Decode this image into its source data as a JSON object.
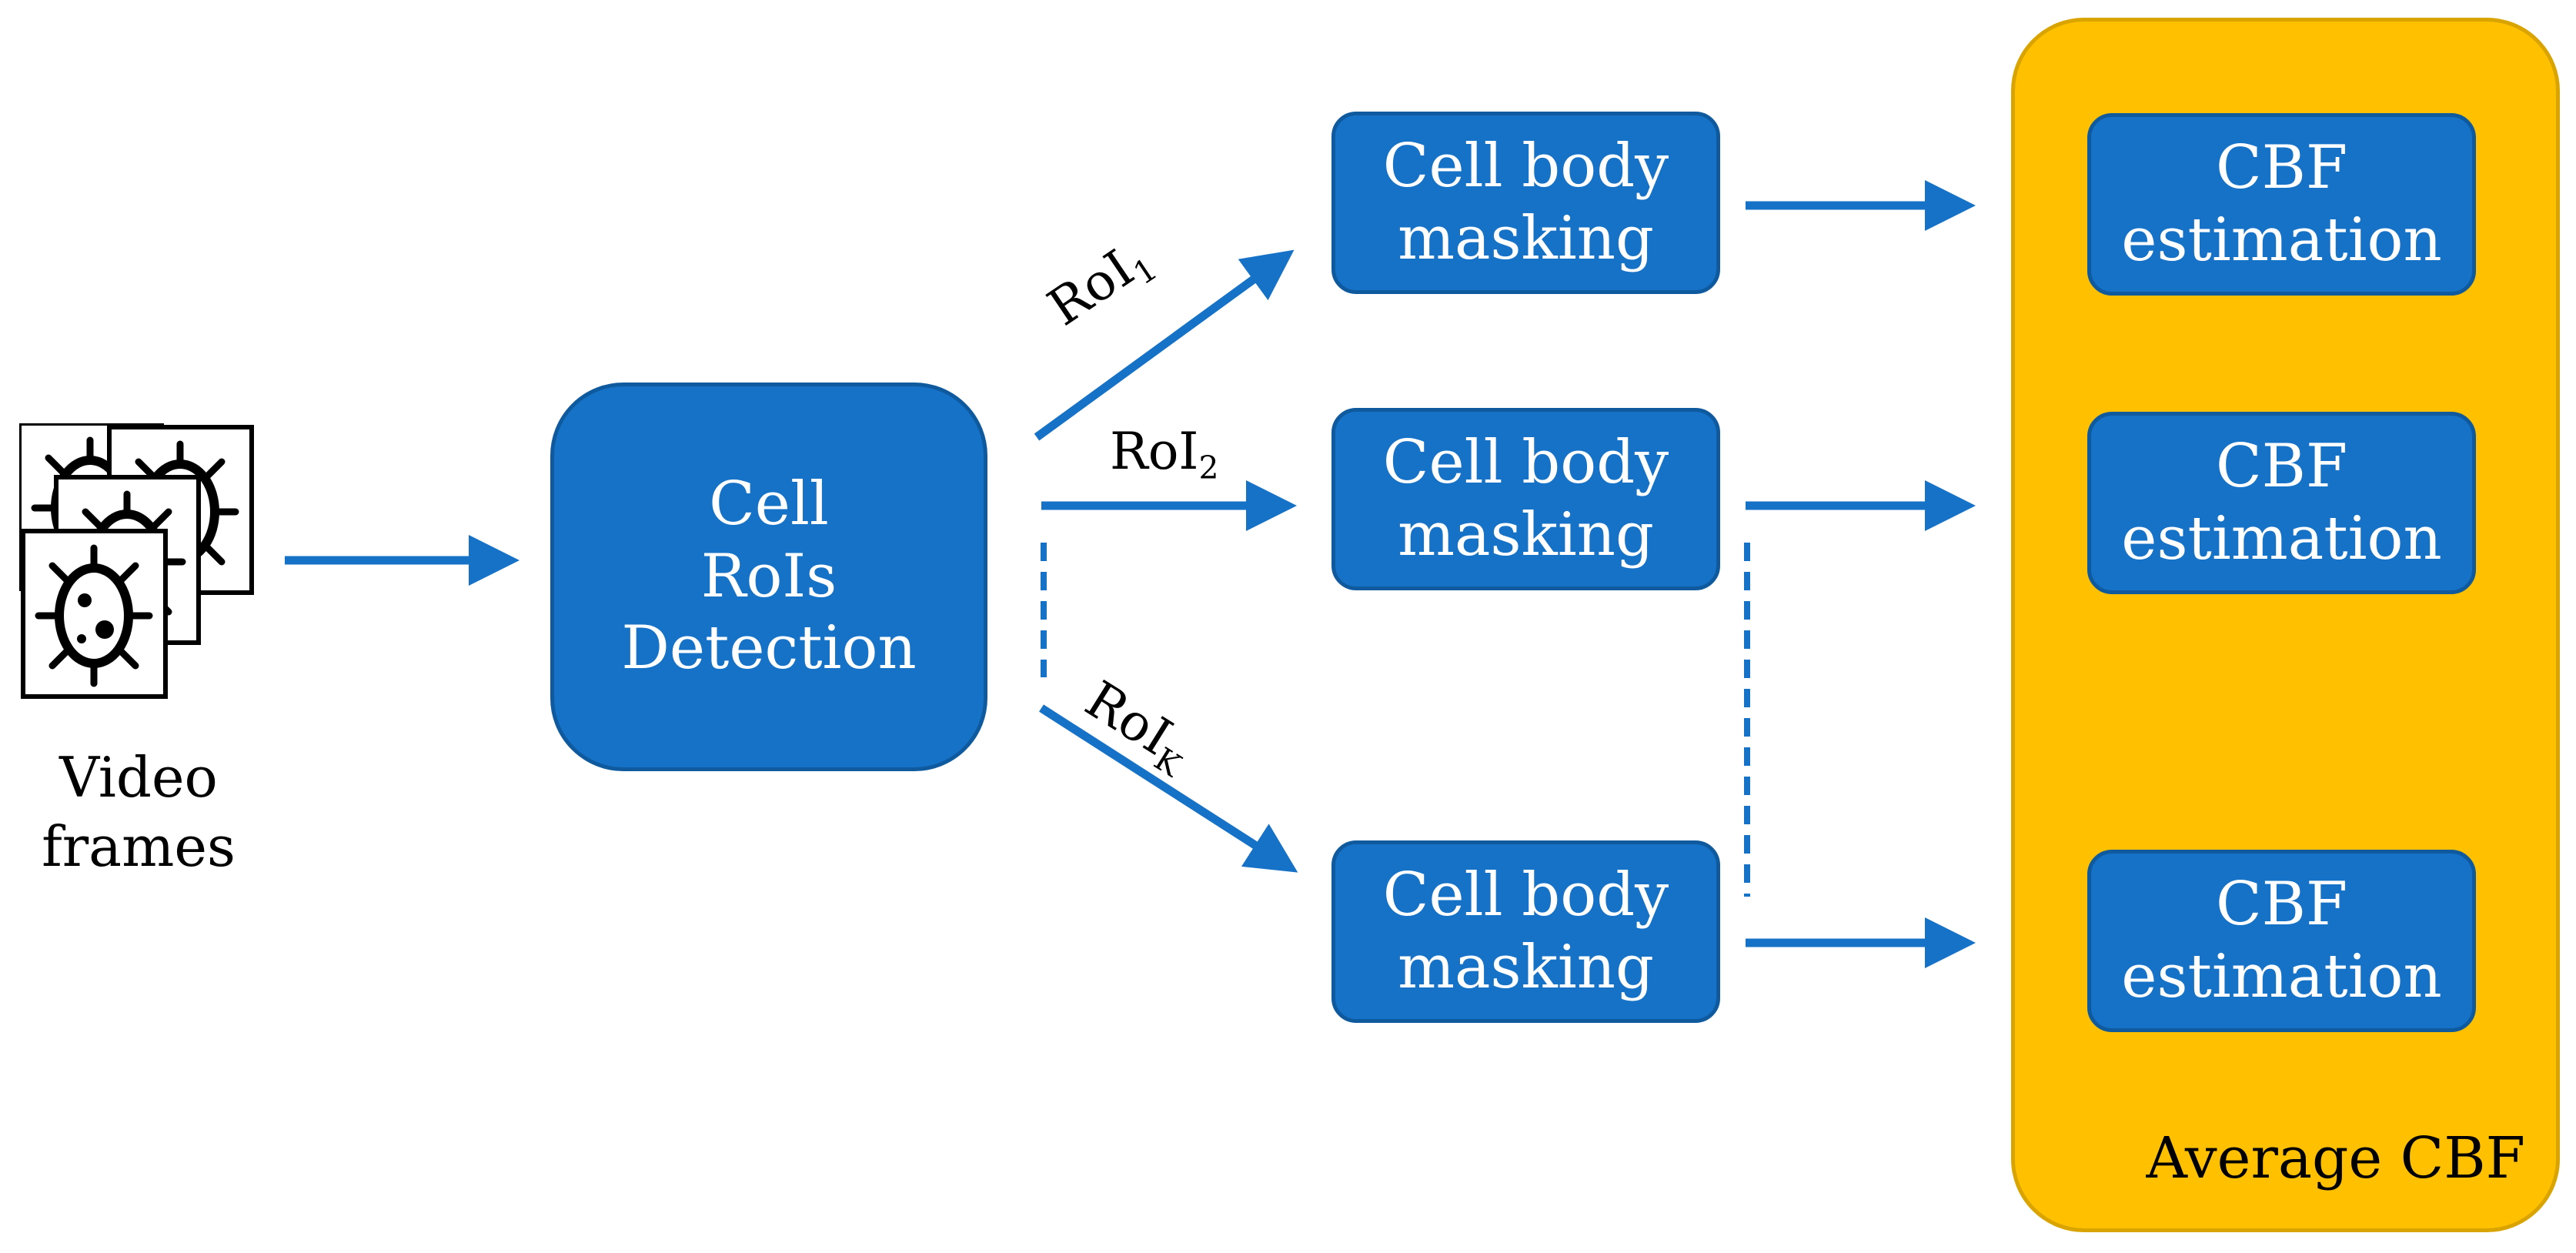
{
  "colors": {
    "node": "#1672C7",
    "node_border": "#0F5A9E",
    "arrow": "#1672C7",
    "container": "#FFC000",
    "container_border": "#D9A300"
  },
  "input": {
    "label_line1": "Video",
    "label_line2": "frames",
    "icon": "bacteria-frames-icon"
  },
  "detection": {
    "line1": "Cell",
    "line2": "RoIs",
    "line3": "Detection"
  },
  "rois": [
    {
      "base": "RoI",
      "sub": "1"
    },
    {
      "base": "RoI",
      "sub": "2"
    },
    {
      "base": "RoI",
      "sub": "K"
    }
  ],
  "masking": [
    {
      "line1": "Cell body",
      "line2": "masking"
    },
    {
      "line1": "Cell body",
      "line2": "masking"
    },
    {
      "line1": "Cell body",
      "line2": "masking"
    }
  ],
  "estimation": [
    {
      "line1": "CBF",
      "line2": "estimation"
    },
    {
      "line1": "CBF",
      "line2": "estimation"
    },
    {
      "line1": "CBF",
      "line2": "estimation"
    }
  ],
  "container": {
    "label": "Average CBF"
  }
}
